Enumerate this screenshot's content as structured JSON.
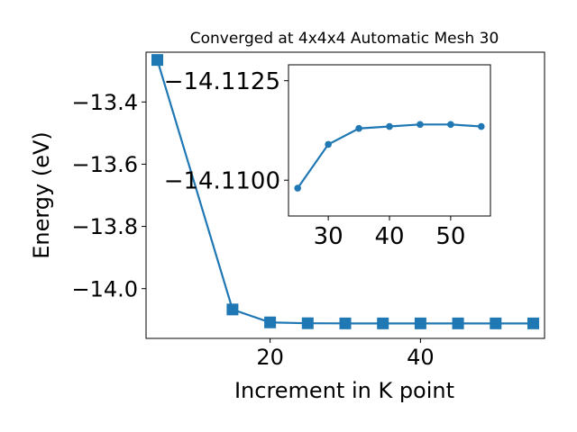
{
  "chart_data": [
    {
      "type": "line",
      "title": "Converged at 4x4x4 Automatic Mesh 30",
      "xlabel": "Increment in K point",
      "ylabel": "Energy (eV)",
      "xlim": [
        3.5,
        56.5
      ],
      "ylim": [
        -14.16,
        -13.24
      ],
      "xticks": [
        20,
        40
      ],
      "xtick_labels": [
        "20",
        "40"
      ],
      "yticks": [
        -13.4,
        -13.6,
        -13.8,
        -14.0
      ],
      "ytick_labels": [
        "−13.4",
        "−13.6",
        "−13.8",
        "−14.0"
      ],
      "grid": false,
      "marker": "square",
      "series": [
        {
          "x": [
            5,
            15,
            20,
            25,
            30,
            35,
            40,
            45,
            50,
            55
          ],
          "y": [
            -13.265,
            -14.067,
            -14.1086,
            -14.1113,
            -14.1118,
            -14.1118,
            -14.1118,
            -14.1118,
            -14.1118,
            -14.1118
          ],
          "color": "#1f77b4"
        }
      ]
    },
    {
      "type": "line",
      "title": "",
      "xlabel": "",
      "ylabel": "",
      "xlim": [
        23.5,
        56.5
      ],
      "ylim": [
        -14.1091,
        -14.1129
      ],
      "xticks": [
        30,
        40,
        50
      ],
      "xtick_labels": [
        "30",
        "40",
        "50"
      ],
      "yticks": [
        -14.1125,
        -14.11
      ],
      "ytick_labels": [
        "−14.1125",
        "−14.1100"
      ],
      "grid": false,
      "marker": "circle",
      "series": [
        {
          "x": [
            25,
            30,
            35,
            40,
            45,
            50,
            55
          ],
          "y": [
            -14.1098,
            -14.1109,
            -14.1113,
            -14.11135,
            -14.1114,
            -14.1114,
            -14.11135
          ],
          "color": "#1f77b4"
        }
      ]
    }
  ]
}
